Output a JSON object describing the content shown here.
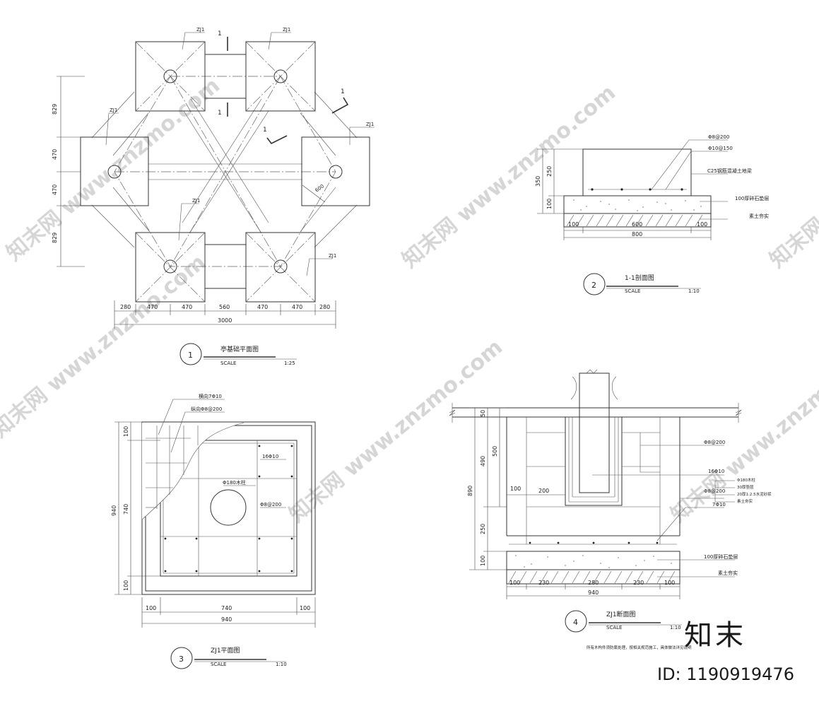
{
  "watermark": {
    "site": "知末网 www.znzmo.com",
    "brand": "知末",
    "id_text": "ID: 1190919476"
  },
  "plan1": {
    "num": "1",
    "title": "亭基础平面图",
    "scale_label": "SCALE",
    "scale": "1:25",
    "footing_label": "ZJ1",
    "section_mark": "1",
    "dims_bottom": [
      "280",
      "470",
      "470",
      "560",
      "470",
      "470",
      "280"
    ],
    "dim_total": "3000",
    "dims_left": [
      "829",
      "470",
      "470",
      "829"
    ],
    "diag_dim": "600"
  },
  "sec11": {
    "num": "2",
    "title": "1-1剖面图",
    "scale_label": "SCALE",
    "scale": "1:10",
    "rebar_top": "Φ8@200",
    "rebar_2": "Φ10@150",
    "concrete": "C25钢筋混凝土地梁",
    "gravel": "100厚碎石垫层",
    "soil": "素土夯实",
    "dims_v": [
      "350",
      "250",
      "100"
    ],
    "dims_h": [
      "100",
      "600",
      "100"
    ],
    "dim_total": "800"
  },
  "plan3": {
    "num": "3",
    "title": "ZJ1平面图",
    "scale_label": "SCALE",
    "scale": "1:10",
    "rebar_a": "横向7Φ10",
    "rebar_b": "纵向Φ8@200",
    "rebar_c": "16Φ10",
    "column": "Φ180木柱",
    "rebar_d": "Φ8@200",
    "dims_v": [
      "100",
      "740",
      "100"
    ],
    "dim_total_v": "940",
    "dims_h": [
      "100",
      "740",
      "100"
    ],
    "dim_total_h": "940"
  },
  "sec4": {
    "num": "4",
    "title": "ZJ1断面图",
    "scale_label": "SCALE",
    "scale": "1:10",
    "rebar_a": "Φ8@200",
    "rebar_b": "16Φ10",
    "rebar_c": "Φ8@200",
    "rebar_d": "7Φ10",
    "layers": [
      "Φ180木柱",
      "30厚垫层",
      "20厚1:2.5水泥砂浆",
      "素土夯实"
    ],
    "gravel": "100厚碎石垫层",
    "soil": "素土夯实",
    "dims_v_outer": [
      "50",
      "490",
      "250",
      "100"
    ],
    "dim_v_total": "890",
    "dim_v_500": "500",
    "dim_100": "100",
    "dim_200": "200",
    "dims_h": [
      "100",
      "230",
      "280",
      "230",
      "100"
    ],
    "dim_total": "940",
    "note": "所有木构件须防腐处理，按相关规范施工，具体做法详见说明"
  }
}
